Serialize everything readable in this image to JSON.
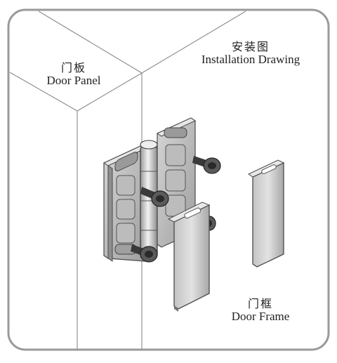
{
  "labels": {
    "installation_zh": "安装图",
    "installation_en": "Installation Drawing",
    "door_panel_zh": "门板",
    "door_panel_en": "Door Panel",
    "door_frame_zh": "门框",
    "door_frame_en": "Door Frame"
  },
  "colors": {
    "outline": "#4a4a4a",
    "metal_light": "#d9d9d9",
    "metal_mid": "#b3b3b3",
    "metal_dark": "#7d7d7d",
    "screw": "#3a3a3a"
  }
}
